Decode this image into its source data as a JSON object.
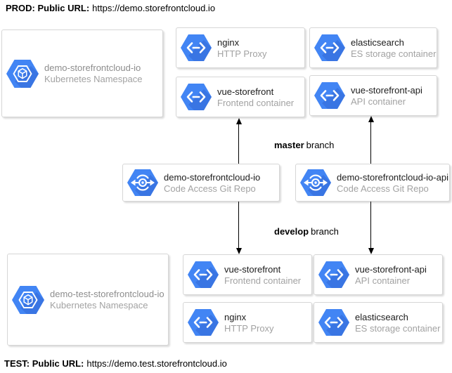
{
  "page": {
    "prod_label": {
      "bold": "PROD: Public URL:",
      "url": "https://demo.storefrontcloud.io"
    },
    "test_label": {
      "bold": "TEST: Public URL:",
      "url": "https://demo.test.storefrontcloud.io"
    },
    "master_label": {
      "bold": "master",
      "rest": "branch"
    },
    "develop_label": {
      "bold": "develop",
      "rest": "branch"
    }
  },
  "nodes": {
    "ns_prod": {
      "title": "demo-storefrontcloud-io",
      "subtitle": "Kubernetes Namespace",
      "icon": "gke-hexagon-icon"
    },
    "nginx_prod": {
      "title": "nginx",
      "subtitle": "HTTP Proxy",
      "icon": "container-hexagon-icon"
    },
    "vsf_prod": {
      "title": "vue-storefront",
      "subtitle": "Frontend container",
      "icon": "container-hexagon-icon"
    },
    "es_prod": {
      "title": "elasticsearch",
      "subtitle": "ES storage container",
      "icon": "container-hexagon-icon"
    },
    "api_prod": {
      "title": "vue-storefront-api",
      "subtitle": "API container",
      "icon": "container-hexagon-icon"
    },
    "repo_vsf": {
      "title": "demo-storefrontcloud-io",
      "subtitle": "Code Access Git Repo",
      "icon": "git-repo-hexagon-icon"
    },
    "repo_api": {
      "title": "demo-storefrontcloud-io-api",
      "subtitle": "Code Access Git Repo",
      "icon": "git-repo-hexagon-icon"
    },
    "vsf_test": {
      "title": "vue-storefront",
      "subtitle": "Frontend container",
      "icon": "container-hexagon-icon"
    },
    "api_test": {
      "title": "vue-storefront-api",
      "subtitle": "API container",
      "icon": "container-hexagon-icon"
    },
    "nginx_test": {
      "title": "nginx",
      "subtitle": "HTTP Proxy",
      "icon": "container-hexagon-icon"
    },
    "es_test": {
      "title": "elasticsearch",
      "subtitle": "ES storage container",
      "icon": "container-hexagon-icon"
    },
    "ns_test": {
      "title": "demo-test-storefrontcloud-io",
      "subtitle": "Kubernetes Namespace",
      "icon": "gke-hexagon-icon"
    }
  },
  "colors": {
    "icon_blue": "#4285f4",
    "icon_blue_shadow": "#3367d6",
    "node_title": "#1c1c1c",
    "muted_text": "#a2a2a2",
    "arrow": "#000000"
  }
}
